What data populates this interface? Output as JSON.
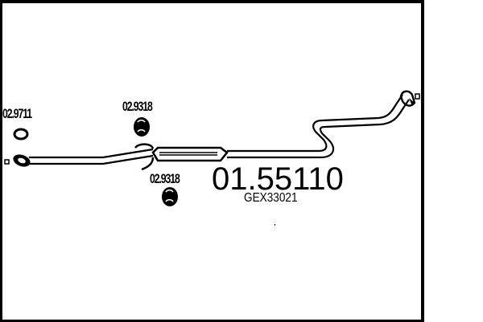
{
  "diagram": {
    "type": "exhaust-system-parts-diagram",
    "main_part": {
      "number": "01.55110",
      "oe_reference": "GEX33021"
    },
    "accessory_parts": [
      {
        "id": "ring-gasket",
        "code": "02.9711"
      },
      {
        "id": "rubber-hanger-top",
        "code": "02.9318"
      },
      {
        "id": "rubber-hanger-bottom",
        "code": "02.9318"
      }
    ],
    "colors": {
      "line": "#000000",
      "background": "#ffffff"
    }
  }
}
